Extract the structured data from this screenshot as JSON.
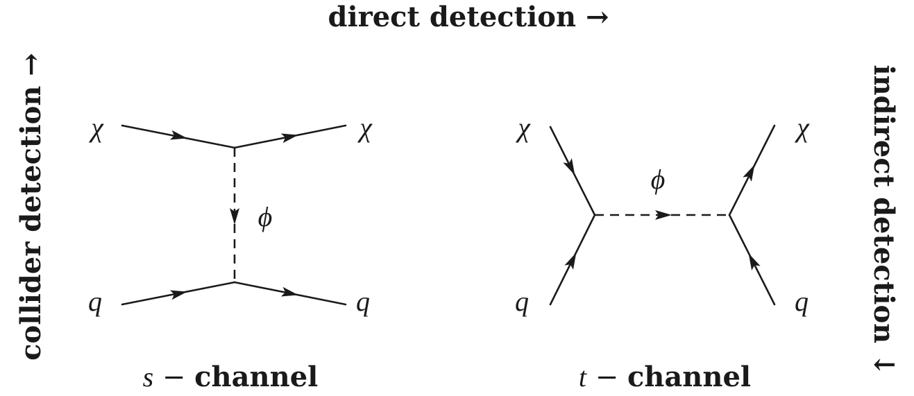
{
  "labels": {
    "top": "direct detection →",
    "left": "collider detection →",
    "right": "indirect detection ↓"
  },
  "s_channel": {
    "caption_var": "s",
    "caption_sep": " − ",
    "caption_word": "channel",
    "in_top": "χ",
    "out_top": "χ",
    "in_bottom": "q",
    "out_bottom": "q",
    "mediator": "ϕ"
  },
  "t_channel": {
    "caption_var": "t",
    "caption_sep": " − ",
    "caption_word": "channel",
    "in_top": "χ",
    "out_top": "χ",
    "in_bottom": "q",
    "out_bottom": "q",
    "mediator": "ϕ"
  }
}
